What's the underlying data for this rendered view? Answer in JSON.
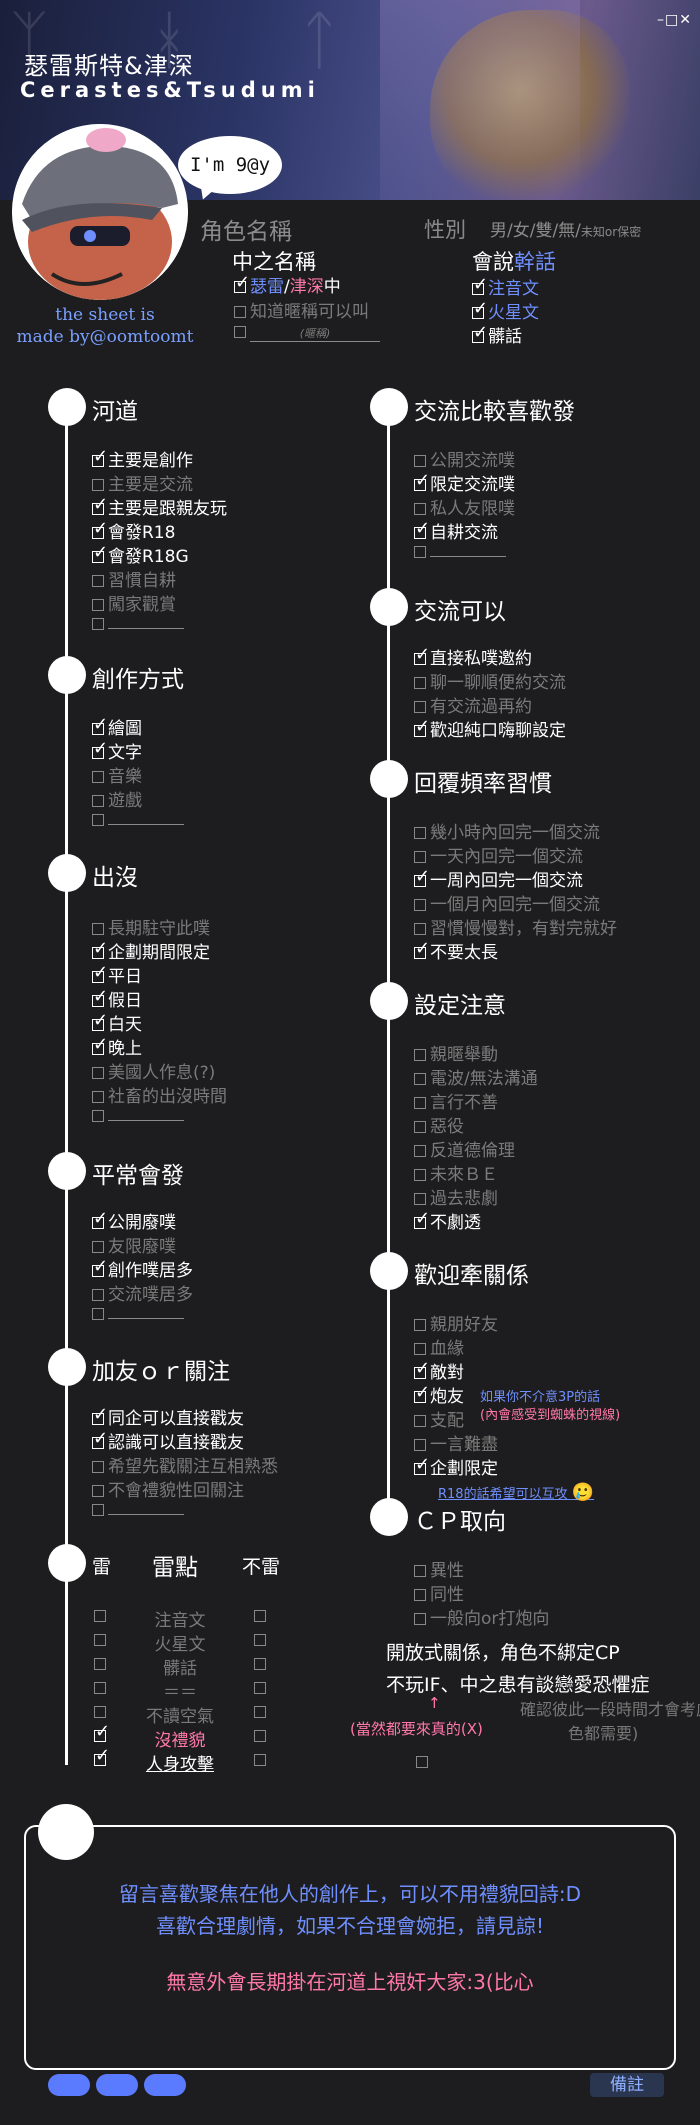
{
  "header": {
    "window_controls": "–□✕",
    "title_zh": "瑟雷斯特&津深",
    "title_en": "Cerastes&Tsudumi",
    "bubble_text": "I'm 9@y",
    "credit_line1": "the sheet is",
    "credit_line2": "made by@oomtoomt"
  },
  "profile": {
    "role_name_label": "角色名稱",
    "gender_label": "性別",
    "gender_options": "男/女/雙/無/",
    "gender_unknown": "未知or保密",
    "nick_label": "中之名稱",
    "nick_name1": "瑟雷",
    "nick_slash": "/",
    "nick_name2": "津深",
    "nick_suffix": "中",
    "nick_option2": "知道暱稱可以叫",
    "nick_option3_hint": "(暱稱)",
    "speak_label": "會說",
    "speak_value": "幹話",
    "speak_opt1": "注音文",
    "speak_opt2": "火星文",
    "speak_opt3": "髒話"
  },
  "left_sections": {
    "hedao": {
      "title": "河道",
      "items": [
        {
          "t": "主要是創作",
          "c": true
        },
        {
          "t": "主要是交流",
          "c": false
        },
        {
          "t": "主要是跟親友玩",
          "c": true
        },
        {
          "t": "會發R18",
          "c": true
        },
        {
          "t": "會發R18G",
          "c": true
        },
        {
          "t": "習慣自耕",
          "c": false
        },
        {
          "t": "闖家觀賞",
          "c": false
        }
      ]
    },
    "create": {
      "title": "創作方式",
      "items": [
        {
          "t": "繪圖",
          "c": true
        },
        {
          "t": "文字",
          "c": true
        },
        {
          "t": "音樂",
          "c": false
        },
        {
          "t": "遊戲",
          "c": false
        }
      ]
    },
    "active": {
      "title": "出沒",
      "items": [
        {
          "t": "長期駐守此噗",
          "c": false
        },
        {
          "t": "企劃期間限定",
          "c": true
        },
        {
          "t": "平日",
          "c": true
        },
        {
          "t": "假日",
          "c": true
        },
        {
          "t": "白天",
          "c": true
        },
        {
          "t": "晚上",
          "c": true
        },
        {
          "t": "美國人作息(?)",
          "c": false
        },
        {
          "t": "社畜的出沒時間",
          "c": false
        }
      ]
    },
    "post": {
      "title": "平常會發",
      "items": [
        {
          "t": "公開廢噗",
          "c": true
        },
        {
          "t": "友限廢噗",
          "c": false
        },
        {
          "t": "創作噗居多",
          "c": true
        },
        {
          "t": "交流噗居多",
          "c": false
        }
      ]
    },
    "friend": {
      "title": "加友ｏｒ關注",
      "items": [
        {
          "t": "同企可以直接戳友",
          "c": true
        },
        {
          "t": "認識可以直接戳友",
          "c": true
        },
        {
          "t": "希望先戳關注互相熟悉",
          "c": false
        },
        {
          "t": "不會禮貌性回關注",
          "c": false
        }
      ]
    },
    "mine": {
      "title": "雷",
      "points_label": "雷點",
      "not_label": "不雷",
      "rows": [
        {
          "t": "注音文",
          "c": false,
          "n": false
        },
        {
          "t": "火星文",
          "c": false,
          "n": false
        },
        {
          "t": "髒話",
          "c": false,
          "n": false
        },
        {
          "t": "＝＝",
          "c": false,
          "n": false
        },
        {
          "t": "不讀空氣",
          "c": false,
          "n": false
        },
        {
          "t": "沒禮貌",
          "c": true,
          "n": false
        },
        {
          "t": "人身攻擊",
          "c": true,
          "n": false
        }
      ]
    }
  },
  "right_sections": {
    "prefer": {
      "title": "交流比較喜歡發",
      "items": [
        {
          "t": "公開交流噗",
          "c": false
        },
        {
          "t": "限定交流噗",
          "c": true
        },
        {
          "t": "私人友限噗",
          "c": false
        },
        {
          "t": "自耕交流",
          "c": true
        }
      ]
    },
    "ok": {
      "title": "交流可以",
      "items": [
        {
          "t": "直接私噗邀約",
          "c": true
        },
        {
          "t": "聊一聊順便約交流",
          "c": false
        },
        {
          "t": "有交流過再約",
          "c": false
        },
        {
          "t": "歡迎純口嗨聊設定",
          "c": true
        }
      ]
    },
    "reply": {
      "title": "回覆頻率習慣",
      "items": [
        {
          "t": "幾小時內回完一個交流",
          "c": false
        },
        {
          "t": "一天內回完一個交流",
          "c": false
        },
        {
          "t": "一周內回完一個交流",
          "c": true
        },
        {
          "t": "一個月內回完一個交流",
          "c": false
        },
        {
          "t": "習慣慢慢對，有對完就好",
          "c": false
        },
        {
          "t": "不要太長",
          "c": true
        }
      ]
    },
    "note": {
      "title": "設定注意",
      "items": [
        {
          "t": "親暱舉動",
          "c": false
        },
        {
          "t": "電波/無法溝通",
          "c": false
        },
        {
          "t": "言行不善",
          "c": false
        },
        {
          "t": "惡役",
          "c": false
        },
        {
          "t": "反道德倫理",
          "c": false
        },
        {
          "t": "未來ＢＥ",
          "c": false
        },
        {
          "t": "過去悲劇",
          "c": false
        },
        {
          "t": "不劇透",
          "c": true
        }
      ]
    },
    "rel": {
      "title": "歡迎牽關係",
      "items": [
        {
          "t": "親朋好友",
          "c": false
        },
        {
          "t": "血緣",
          "c": false
        },
        {
          "t": "敵對",
          "c": true
        },
        {
          "t": "炮友",
          "c": true
        },
        {
          "t": "支配",
          "c": false
        },
        {
          "t": "一言難盡",
          "c": false
        },
        {
          "t": "企劃限定",
          "c": true
        }
      ],
      "note1": "如果你不介意3P的話",
      "note2": "(內會感受到蜘蛛的視線)",
      "note3": "R18的話希望可以互攻",
      "emoji": "🥲"
    },
    "cp": {
      "title": "ＣＰ取向",
      "items": [
        {
          "t": "異性",
          "c": false
        },
        {
          "t": "同性",
          "c": false
        },
        {
          "t": "一般向or打炮向",
          "c": false
        }
      ],
      "overlay1": "開放式關係，角色不綁定CP",
      "overlay2": "不玩IF、中之患有談戀愛恐懼症",
      "overlay3": "(當然都要來真的(X)",
      "arrow": "↑",
      "ghost1": "確認彼此一段時間才會考慮",
      "ghost2": "色都需要)"
    }
  },
  "bottom": {
    "line1": "留言喜歡聚焦在他人的創作上，可以不用禮貌回詩:D",
    "line2": "喜歡合理劇情，如果不合理會婉拒，請見諒!",
    "line3": "無意外會長期掛在河道上視奸大家:3(比心",
    "note_label": "備註"
  },
  "colors": {
    "accent_blue": "#6f8fff",
    "accent_pink": "#ff78a8",
    "background": "#1d1d1f"
  }
}
